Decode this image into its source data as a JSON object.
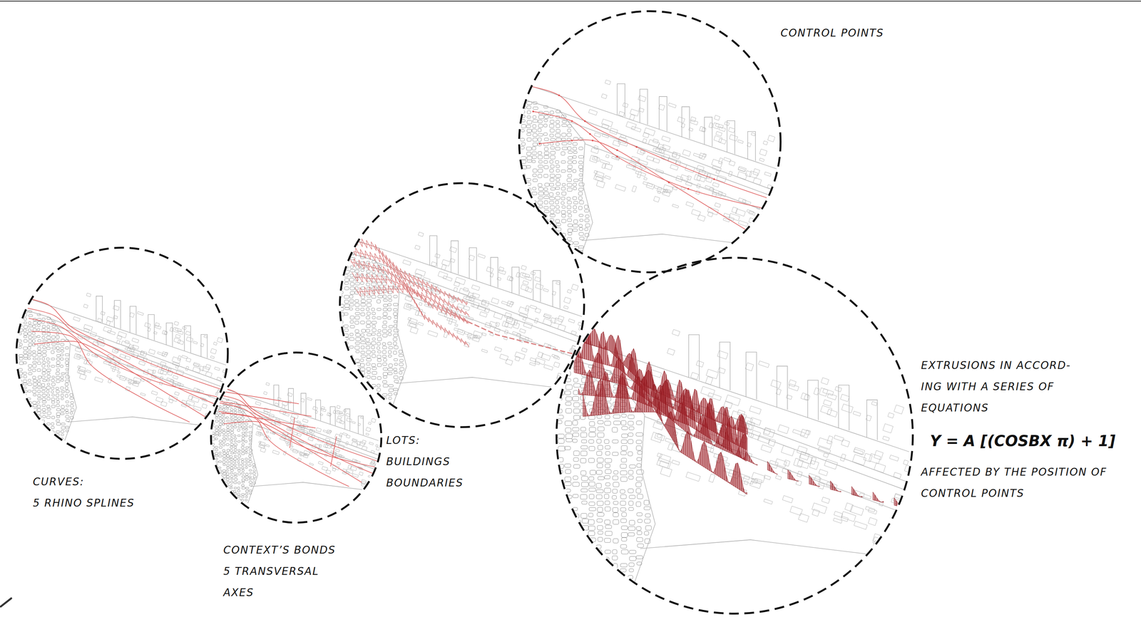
{
  "diagram": {
    "labels": [
      "CONTROL POINTS",
      "CURVES: 5 RHINO SPLINES",
      "CONTEXT’S BONDS 5 TRANSVERSAL AXES",
      "LOTS: BUILDINGS BOUNDARIES",
      "EXTRUSIONS IN ACCORD- ING WITH A SERIES OF EQUATIONS",
      "Y = A [(COSBX π) + 1]",
      "AFFECTED BY THE POSITION OF CONTROL POINTS"
    ]
  }
}
